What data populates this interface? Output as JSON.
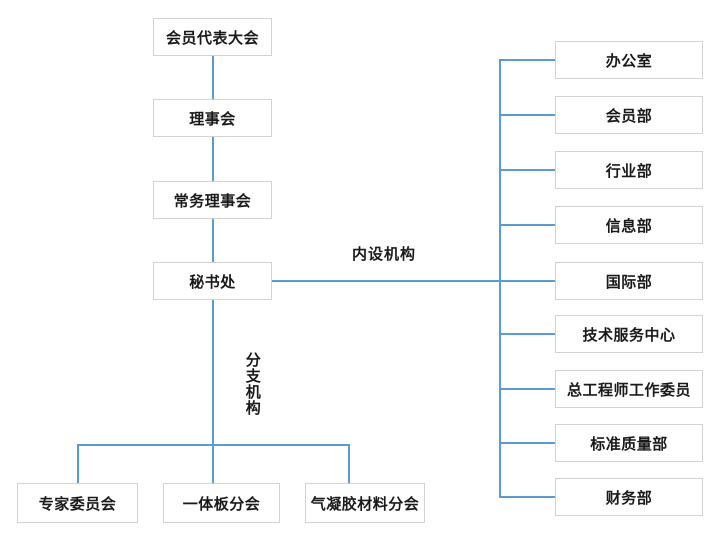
{
  "page": {
    "background": "#ffffff"
  },
  "colors": {
    "connector_line": "#5b9bd5",
    "node_border": "#d2d2d2",
    "node_text": "#1a1a1a",
    "node_background": "#ffffff"
  },
  "chart_type": "org-chart",
  "org": {
    "root_chain": [
      {
        "label": "会员代表大会"
      },
      {
        "label": "理事会"
      },
      {
        "label": "常务理事会"
      },
      {
        "label": "秘书处"
      }
    ],
    "group_labels": {
      "internal": "内设机构",
      "branch": "分支机构"
    },
    "internal_departments": [
      {
        "label": "办公室"
      },
      {
        "label": "会员部"
      },
      {
        "label": "行业部"
      },
      {
        "label": "信息部"
      },
      {
        "label": "国际部"
      },
      {
        "label": "技术服务中心"
      },
      {
        "label": "总工程师工作委员"
      },
      {
        "label": "标准质量部"
      },
      {
        "label": "财务部"
      }
    ],
    "branch_organizations": [
      {
        "label": "专家委员会"
      },
      {
        "label": "一体板分会"
      },
      {
        "label": "气凝胶材料分会"
      }
    ]
  }
}
